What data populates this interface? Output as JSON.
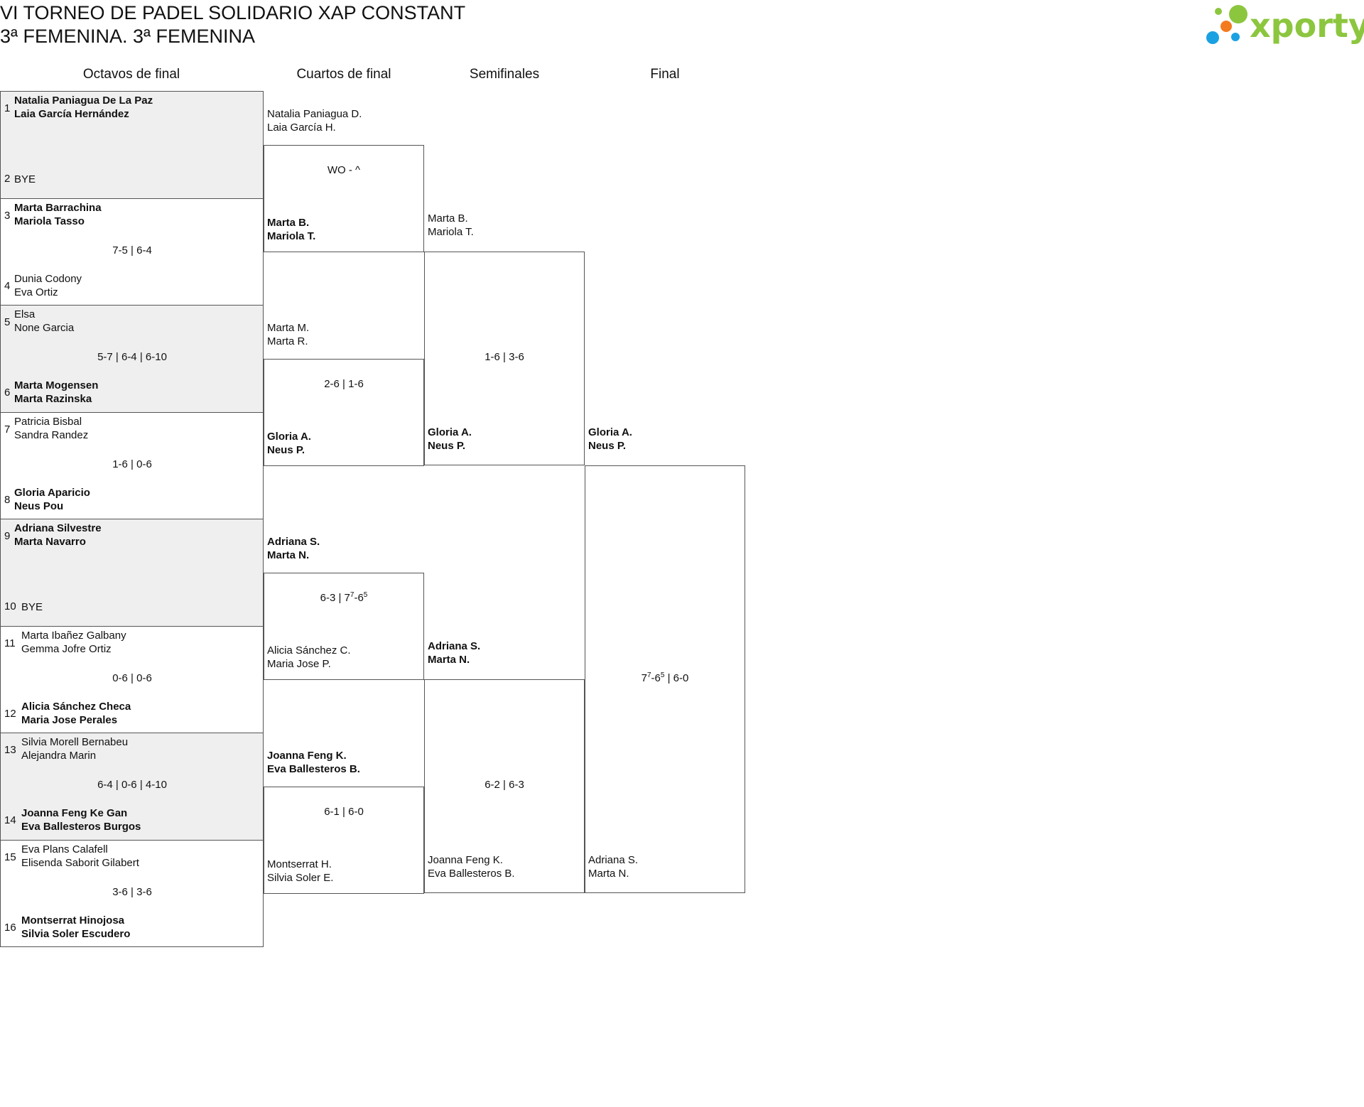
{
  "header": {
    "title": "VI TORNEO DE PADEL SOLIDARIO XAP CONSTANT",
    "subtitle": "3ª FEMENINA. 3ª FEMENINA",
    "logo_text": "xporty"
  },
  "rounds": [
    "Octavos de final",
    "Cuartos de final",
    "Semifinales",
    "Final"
  ],
  "r16": [
    {
      "seed_a": "1",
      "a": [
        "Natalia Paniagua De La Paz",
        "Laia García Hernández"
      ],
      "a_win": true,
      "seed_b": "2",
      "b": [
        "BYE"
      ],
      "b_win": false,
      "score": "",
      "shaded": true
    },
    {
      "seed_a": "3",
      "a": [
        "Marta Barrachina",
        "Mariola Tasso"
      ],
      "a_win": true,
      "seed_b": "4",
      "b": [
        "Dunia Codony",
        "Eva Ortiz"
      ],
      "b_win": false,
      "score": "7-5 | 6-4",
      "shaded": false
    },
    {
      "seed_a": "5",
      "a": [
        "Elsa",
        "None Garcia"
      ],
      "a_win": false,
      "seed_b": "6",
      "b": [
        "Marta Mogensen",
        "Marta Razinska"
      ],
      "b_win": true,
      "score": "5-7 | 6-4 | 6-10",
      "shaded": true
    },
    {
      "seed_a": "7",
      "a": [
        "Patricia Bisbal",
        "Sandra Randez"
      ],
      "a_win": false,
      "seed_b": "8",
      "b": [
        "Gloria Aparicio",
        "Neus Pou"
      ],
      "b_win": true,
      "score": "1-6 | 0-6",
      "shaded": false
    },
    {
      "seed_a": "9",
      "a": [
        "Adriana Silvestre",
        "Marta Navarro"
      ],
      "a_win": true,
      "seed_b": "10",
      "b": [
        "BYE"
      ],
      "b_win": false,
      "score": "",
      "shaded": true
    },
    {
      "seed_a": "11",
      "a": [
        "Marta Ibañez Galbany",
        "Gemma Jofre Ortiz"
      ],
      "a_win": false,
      "seed_b": "12",
      "b": [
        "Alicia Sánchez Checa",
        "Maria Jose Perales"
      ],
      "b_win": true,
      "score": "0-6 | 0-6",
      "shaded": false
    },
    {
      "seed_a": "13",
      "a": [
        "Silvia Morell Bernabeu",
        "Alejandra Marin"
      ],
      "a_win": false,
      "seed_b": "14",
      "b": [
        "Joanna Feng Ke Gan",
        "Eva Ballesteros Burgos"
      ],
      "b_win": true,
      "score": "6-4 | 0-6 | 4-10",
      "shaded": true
    },
    {
      "seed_a": "15",
      "a": [
        "Eva Plans Calafell",
        "Elisenda Saborit Gilabert"
      ],
      "a_win": false,
      "seed_b": "16",
      "b": [
        "Montserrat Hinojosa",
        "Silvia Soler Escudero"
      ],
      "b_win": true,
      "score": "3-6 | 3-6",
      "shaded": false
    }
  ],
  "qf": [
    {
      "a": [
        "Natalia Paniagua D.",
        "Laia García H."
      ],
      "a_win": false,
      "b": [
        "Marta B.",
        "Mariola T."
      ],
      "b_win": true,
      "score": "WO - ^"
    },
    {
      "a": [
        "Marta M.",
        "Marta R."
      ],
      "a_win": false,
      "b": [
        "Gloria A.",
        "Neus P."
      ],
      "b_win": true,
      "score": "2-6 | 1-6"
    },
    {
      "a": [
        "Adriana S.",
        "Marta N."
      ],
      "a_win": true,
      "b": [
        "Alicia Sánchez C.",
        "Maria Jose P."
      ],
      "b_win": false,
      "score": "6-3 | 7{7}-6{5}"
    },
    {
      "a": [
        "Joanna Feng K.",
        "Eva Ballesteros B."
      ],
      "a_win": true,
      "b": [
        "Montserrat H.",
        "Silvia Soler E."
      ],
      "b_win": false,
      "score": "6-1 | 6-0"
    }
  ],
  "sf": [
    {
      "a": [
        "Marta B.",
        "Mariola T."
      ],
      "a_win": false,
      "b": [
        "Gloria A.",
        "Neus P."
      ],
      "b_win": true,
      "score": "1-6 | 3-6"
    },
    {
      "a": [
        "Adriana S.",
        "Marta N."
      ],
      "a_win": true,
      "b": [
        "Joanna Feng K.",
        "Eva Ballesteros B."
      ],
      "b_win": false,
      "score": "6-2 | 6-3"
    }
  ],
  "final": {
    "a": [
      "Gloria A.",
      "Neus P."
    ],
    "a_win": true,
    "b": [
      "Adriana S.",
      "Marta N."
    ],
    "b_win": false,
    "score": "7{7}-6{5} | 6-0"
  },
  "colors": {
    "logo_green": "#8cc63f",
    "logo_orange": "#f47a20",
    "logo_blue": "#1ba1e2",
    "shade": "#efefef",
    "line": "#555555"
  }
}
